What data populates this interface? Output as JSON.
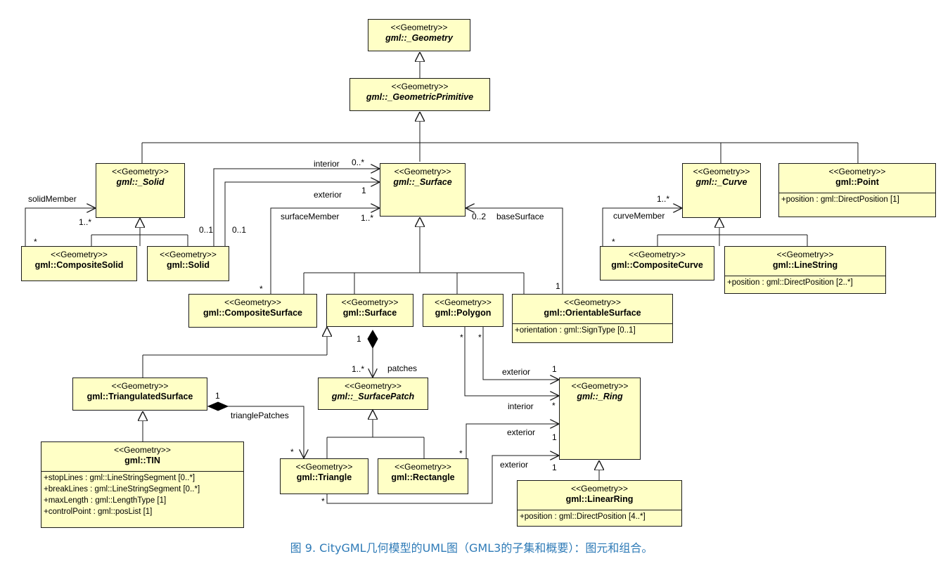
{
  "stereotype": "<<Geometry>>",
  "classes": {
    "geometry": {
      "name": "gml::_Geometry"
    },
    "geometric_primitive": {
      "name": "gml::_GeometricPrimitive"
    },
    "solid_abs": {
      "name": "gml::_Solid"
    },
    "surface_abs": {
      "name": "gml::_Surface"
    },
    "curve_abs": {
      "name": "gml::_Curve"
    },
    "point": {
      "name": "gml::Point",
      "attributes": [
        "+position : gml::DirectPosition [1]"
      ]
    },
    "composite_solid": {
      "name": "gml::CompositeSolid"
    },
    "solid": {
      "name": "gml::Solid"
    },
    "composite_curve": {
      "name": "gml::CompositeCurve"
    },
    "line_string": {
      "name": "gml::LineString",
      "attributes": [
        "+position : gml::DirectPosition [2..*]"
      ]
    },
    "composite_surface": {
      "name": "gml::CompositeSurface"
    },
    "surface": {
      "name": "gml::Surface"
    },
    "polygon": {
      "name": "gml::Polygon"
    },
    "orientable_surface": {
      "name": "gml::OrientableSurface",
      "attributes": [
        "+orientation : gml::SignType [0..1]"
      ]
    },
    "triangulated_surface": {
      "name": "gml::TriangulatedSurface"
    },
    "surface_patch": {
      "name": "gml::_SurfacePatch"
    },
    "ring_abs": {
      "name": "gml::_Ring"
    },
    "tin": {
      "name": "gml::TIN",
      "attributes": [
        "+stopLines : gml::LineStringSegment [0..*]",
        "+breakLines : gml::LineStringSegment [0..*]",
        "+maxLength : gml::LengthType [1]",
        "+controlPoint : gml::posList [1]"
      ]
    },
    "triangle": {
      "name": "gml::Triangle"
    },
    "rectangle": {
      "name": "gml::Rectangle"
    },
    "linear_ring": {
      "name": "gml::LinearRing",
      "attributes": [
        "+position : gml::DirectPosition [4..*]"
      ]
    }
  },
  "labels": {
    "interior_solid": "interior",
    "mult_0_star_interior": "0..*",
    "exterior_solid": "exterior",
    "mult_1_exterior": "1",
    "solid_member": "solidMember",
    "mult_1_star_solid": "1..*",
    "mult_star_compsolid": "*",
    "mult_0_1_a": "0..1",
    "mult_0_1_b": "0..1",
    "surface_member": "surfaceMember",
    "mult_1_star_surface": "1..*",
    "mult_0_2": "0..2",
    "base_surface": "baseSurface",
    "mult_star_compsurf": "*",
    "mult_1_orient": "1",
    "mult_1_star_curve": "1..*",
    "curve_member": "curveMember",
    "mult_star_compcurve": "*",
    "mult_1_surface": "1",
    "mult_1_star_patches": "1..*",
    "patches": "patches",
    "mult_1_tri": "1",
    "triangle_patches": "trianglePatches",
    "mult_star_triangle": "*",
    "mult_star_poly_a": "*",
    "mult_star_poly_b": "*",
    "exterior_poly": "exterior",
    "mult_1_ring_a": "1",
    "interior_poly": "interior",
    "mult_star_ring": "*",
    "exterior_rect": "exterior",
    "mult_star_rect": "*",
    "mult_1_ring_b": "1",
    "exterior_tri": "exterior",
    "mult_1_ring_c": "1",
    "mult_star_tri_bottom": "*"
  },
  "caption": "图 9. CityGML几何模型的UML图（GML3的子集和概要）：图元和组合。",
  "colors": {
    "box_fill": "#ffffc6",
    "line": "#1a1a1a",
    "caption": "#2f7bb7"
  }
}
